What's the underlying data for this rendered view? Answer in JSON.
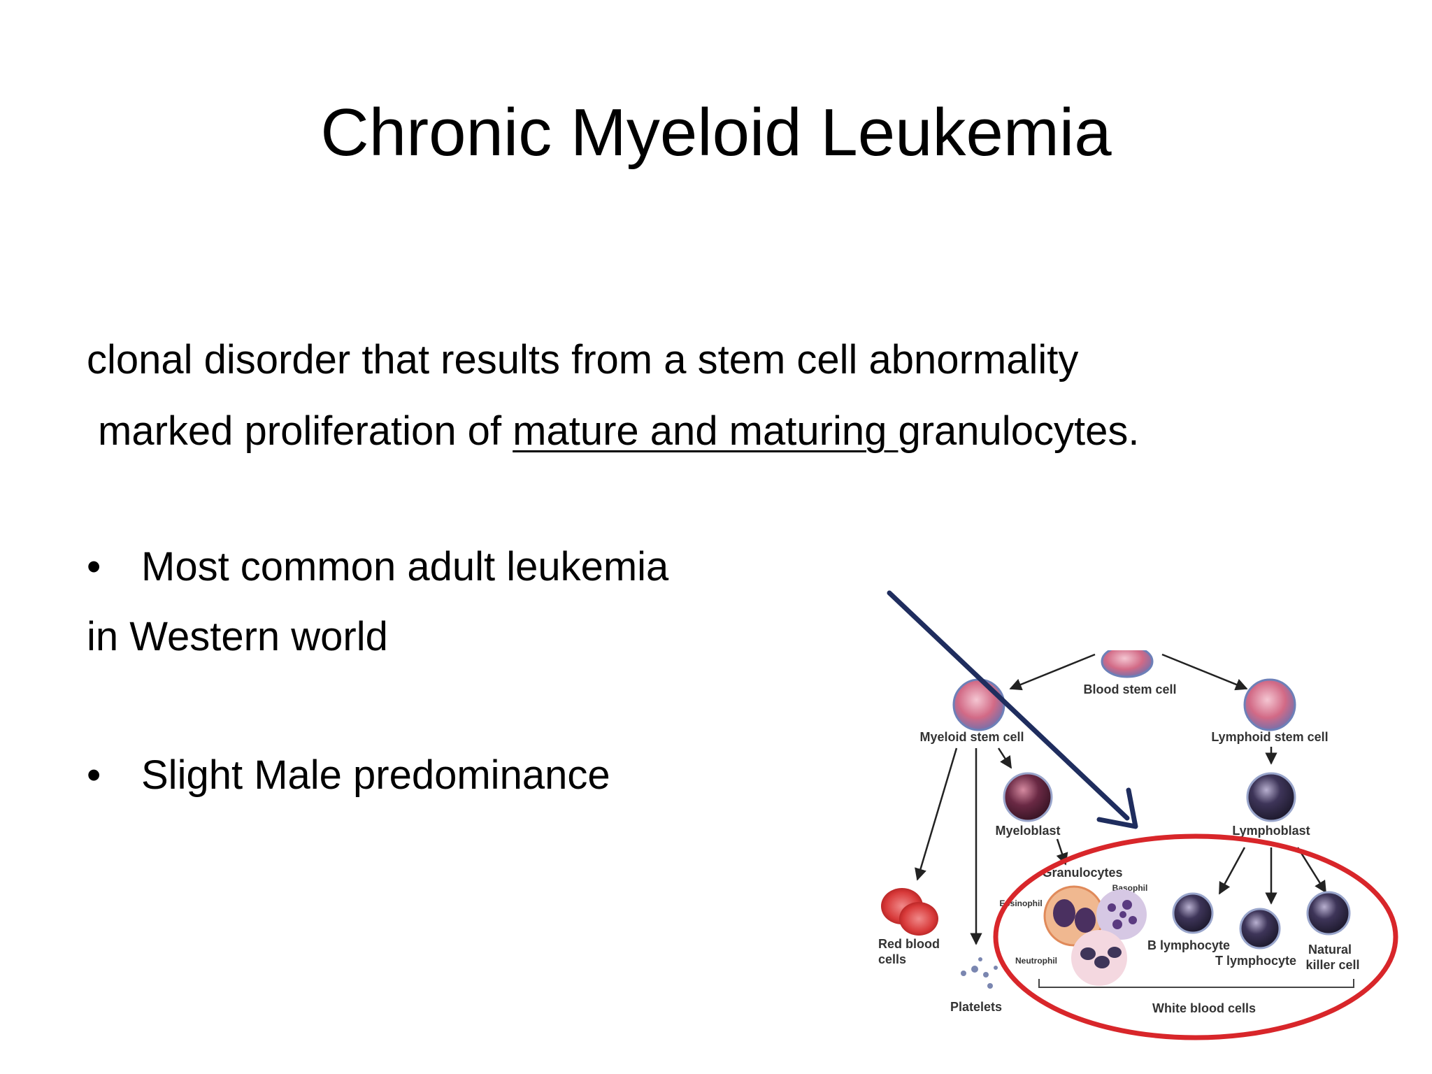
{
  "slide": {
    "title": "Chronic Myeloid Leukemia",
    "line1": "clonal disorder that results from a stem cell abnormality",
    "line2_prefix": "marked proliferation of ",
    "line2_underlined": "mature and maturing ",
    "line2_suffix": "granulocytes.",
    "bullet1_a": "Most common adult leukemia",
    "bullet1_b": "in Western world",
    "bullet2": "Slight Male predominance",
    "bullet_char": "•"
  },
  "diagram": {
    "labels": {
      "blood_stem_cell": "Blood stem cell",
      "myeloid_stem_cell": "Myeloid stem cell",
      "lymphoid_stem_cell": "Lymphoid stem cell",
      "myeloblast": "Myeloblast",
      "lymphoblast": "Lymphoblast",
      "granulocytes": "Granulocytes",
      "basophil": "Basophil",
      "eosinophil": "Eosinophil",
      "neutrophil": "Neutrophil",
      "red_blood_cells_1": "Red blood",
      "red_blood_cells_2": "cells",
      "platelets": "Platelets",
      "b_lymphocyte": "B lymphocyte",
      "t_lymphocyte": "T lymphocyte",
      "natural_killer_1": "Natural",
      "natural_killer_2": "killer cell",
      "white_blood_cells": "White blood cells"
    },
    "colors": {
      "arrow": "#1f2d5e",
      "ellipse": "#d8262a",
      "stem_cell": "#c95a78",
      "lymph_cell": "#3e3559"
    }
  }
}
